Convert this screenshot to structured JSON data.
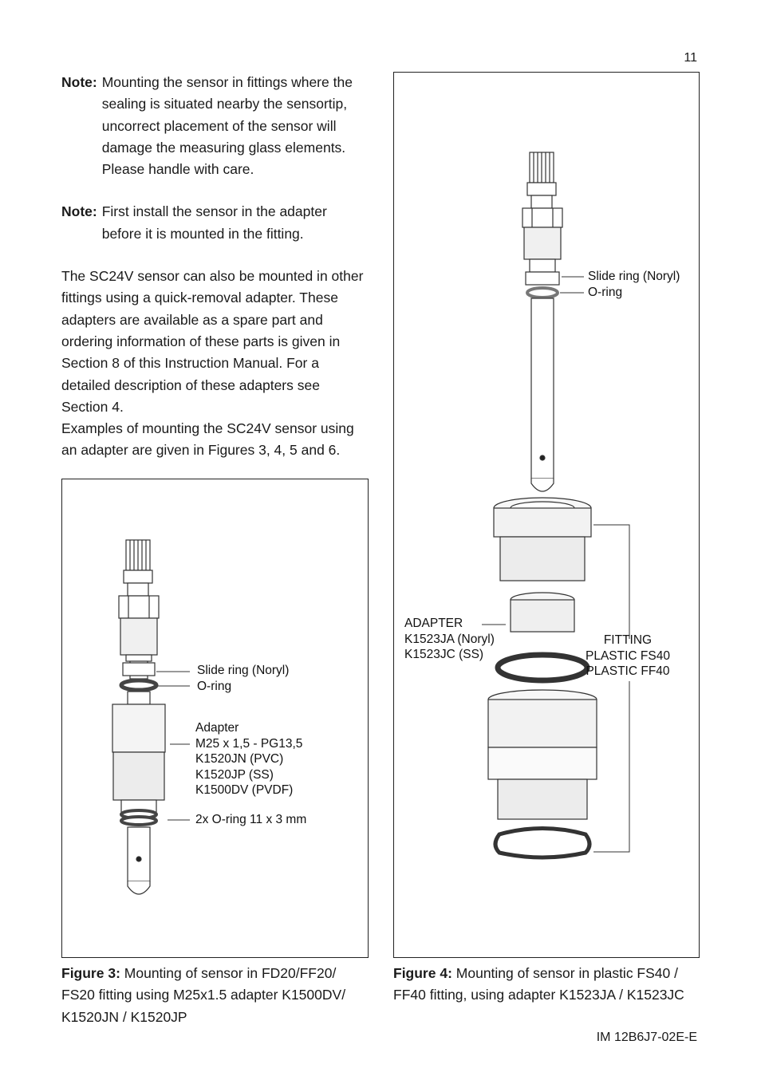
{
  "page": {
    "number": "11",
    "doc_id": "IM 12B6J7-02E-E"
  },
  "notes": [
    {
      "label": "Note:",
      "text": "Mounting the sensor in fittings where the sealing is situated nearby the sensortip, uncorrect placement of the sensor will damage the measuring glass elements. Please handle with care."
    },
    {
      "label": "Note:",
      "text": "First install the sensor in the adapter before it is mounted in the fitting."
    }
  ],
  "body_paragraphs": [
    "The SC24V sensor can also be mounted in other fittings using a quick-removal adapter. These adapters are available as a spare part and ordering information of these parts is given in Section 8 of this Instruction Manual. For a detailed description of these adapters see Section 4.",
    "Examples of mounting the SC24V sensor using an adapter are given in Figures 3, 4, 5 and 6."
  ],
  "figure3": {
    "callouts": {
      "slide_ring": "Slide ring (Noryl)",
      "oring": "O-ring",
      "adapter_lines": [
        "Adapter",
        "M25 x 1,5 - PG13,5",
        "K1520JN (PVC)",
        "K1520JP (SS)",
        "K1500DV (PVDF)"
      ],
      "two_orings": "2x O-ring 11 x 3 mm"
    },
    "caption": {
      "label": "Figure 3:",
      "text": "Mounting of sensor in FD20/FF20/ FS20 fitting using M25x1.5 adapter K1500DV/ K1520JN / K1520JP"
    }
  },
  "figure4": {
    "callouts": {
      "slide_ring": "Slide ring (Noryl)",
      "oring": "O-ring",
      "adapter_lines": [
        "ADAPTER",
        "K1523JA (Noryl)",
        "K1523JC (SS)"
      ],
      "fitting_lines": [
        "FITTING",
        "PLASTIC FS40",
        "PLASTIC FF40"
      ]
    },
    "caption": {
      "label": "Figure 4:",
      "text": "Mounting of sensor in plastic FS40 / FF40 fitting, using adapter K1523JA / K1523JC"
    }
  },
  "colors": {
    "ink": "#1a1a1a",
    "line": "#333333",
    "fill_gray": "#e6e6e6",
    "oring": "#444444"
  }
}
